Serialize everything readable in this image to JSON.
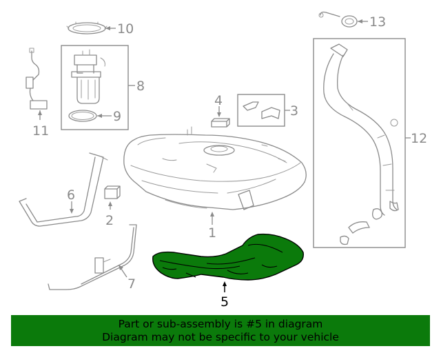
{
  "callouts": {
    "c1": "1",
    "c2": "2",
    "c3": "3",
    "c4": "4",
    "c5": "5",
    "c6": "6",
    "c7": "7",
    "c8": "8",
    "c9": "9",
    "c10": "10",
    "c11": "11",
    "c12": "12",
    "c13": "13"
  },
  "highlighted_part": "5",
  "colors": {
    "highlight": "#0b7a0b",
    "line": "#8a8a8a",
    "background": "#ffffff"
  },
  "banner": {
    "line1": "Part or sub-assembly is #5 in diagram",
    "line2": "Diagram may not be specific to your vehicle"
  }
}
